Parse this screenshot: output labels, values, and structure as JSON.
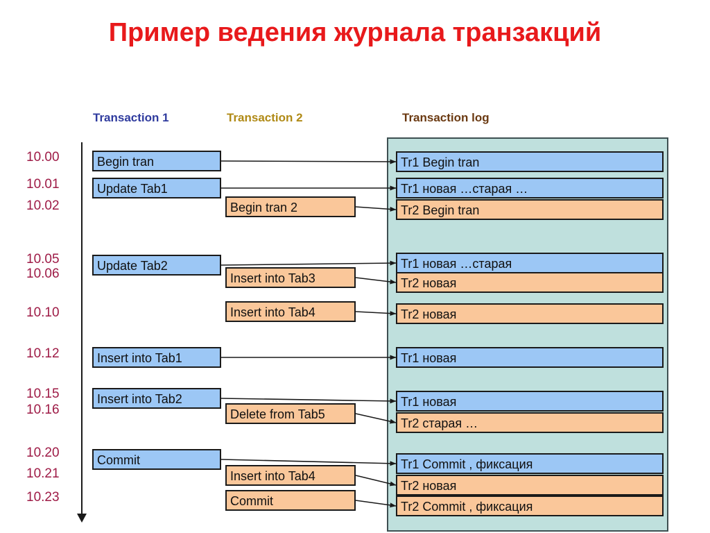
{
  "title": "Пример ведения журнала транзакций",
  "colors": {
    "title": "#e8191b",
    "transaction1": "#2f3b9e",
    "transaction2": "#b08a16",
    "transaction_log": "#6b3a12",
    "time_label": "#9e1b46",
    "box_blue": "#9cc7f5",
    "box_orange": "#fac79a",
    "log_panel_bg": "#bfe0dd",
    "border": "#1a1a1a"
  },
  "headers": {
    "transaction1": "Transaction 1",
    "transaction2": "Transaction 2",
    "transaction_log": "Transaction log"
  },
  "time_axis": {
    "labels": [
      "10.00",
      "10.01",
      "10.02",
      "10.05",
      "10.06",
      "10.10",
      "10.12",
      "10.15",
      "10.16",
      "10.20",
      "10.21",
      "10.23"
    ],
    "direction": "down"
  },
  "transaction1_ops": [
    {
      "label": "Begin tran",
      "time": "10.00"
    },
    {
      "label": "Update Tab1",
      "time": "10.01"
    },
    {
      "label": "Update Tab2",
      "time": "10.05"
    },
    {
      "label": "Insert into Tab1",
      "time": "10.12"
    },
    {
      "label": "Insert into Tab2",
      "time": "10.15"
    },
    {
      "label": "Commit",
      "time": "10.20"
    }
  ],
  "transaction2_ops": [
    {
      "label": "Begin tran 2",
      "time": "10.02"
    },
    {
      "label": "Insert into Tab3",
      "time": "10.06"
    },
    {
      "label": "Insert into Tab4",
      "time": "10.10"
    },
    {
      "label": "Delete from Tab5",
      "time": "10.16"
    },
    {
      "label": "Insert into Tab4",
      "time": "10.21"
    },
    {
      "label": "Commit",
      "time": "10.23"
    }
  ],
  "log_entries": [
    {
      "label": "Tr1 Begin tran",
      "tx": "1"
    },
    {
      "label": "Tr1 новая …старая …",
      "tx": "1"
    },
    {
      "label": "Tr2 Begin tran",
      "tx": "2"
    },
    {
      "label": "Tr1 новая …старая",
      "tx": "1"
    },
    {
      "label": "Tr2 новая",
      "tx": "2"
    },
    {
      "label": "Tr2 новая",
      "tx": "2"
    },
    {
      "label": "Tr1 новая",
      "tx": "1"
    },
    {
      "label": "Tr1 новая",
      "tx": "1"
    },
    {
      "label": "Tr2 старая …",
      "tx": "2"
    },
    {
      "label": "Tr1 Commit , фиксация",
      "tx": "1"
    },
    {
      "label": "Tr2 новая",
      "tx": "2"
    },
    {
      "label": "Tr2 Commit , фиксация",
      "tx": "2"
    }
  ]
}
